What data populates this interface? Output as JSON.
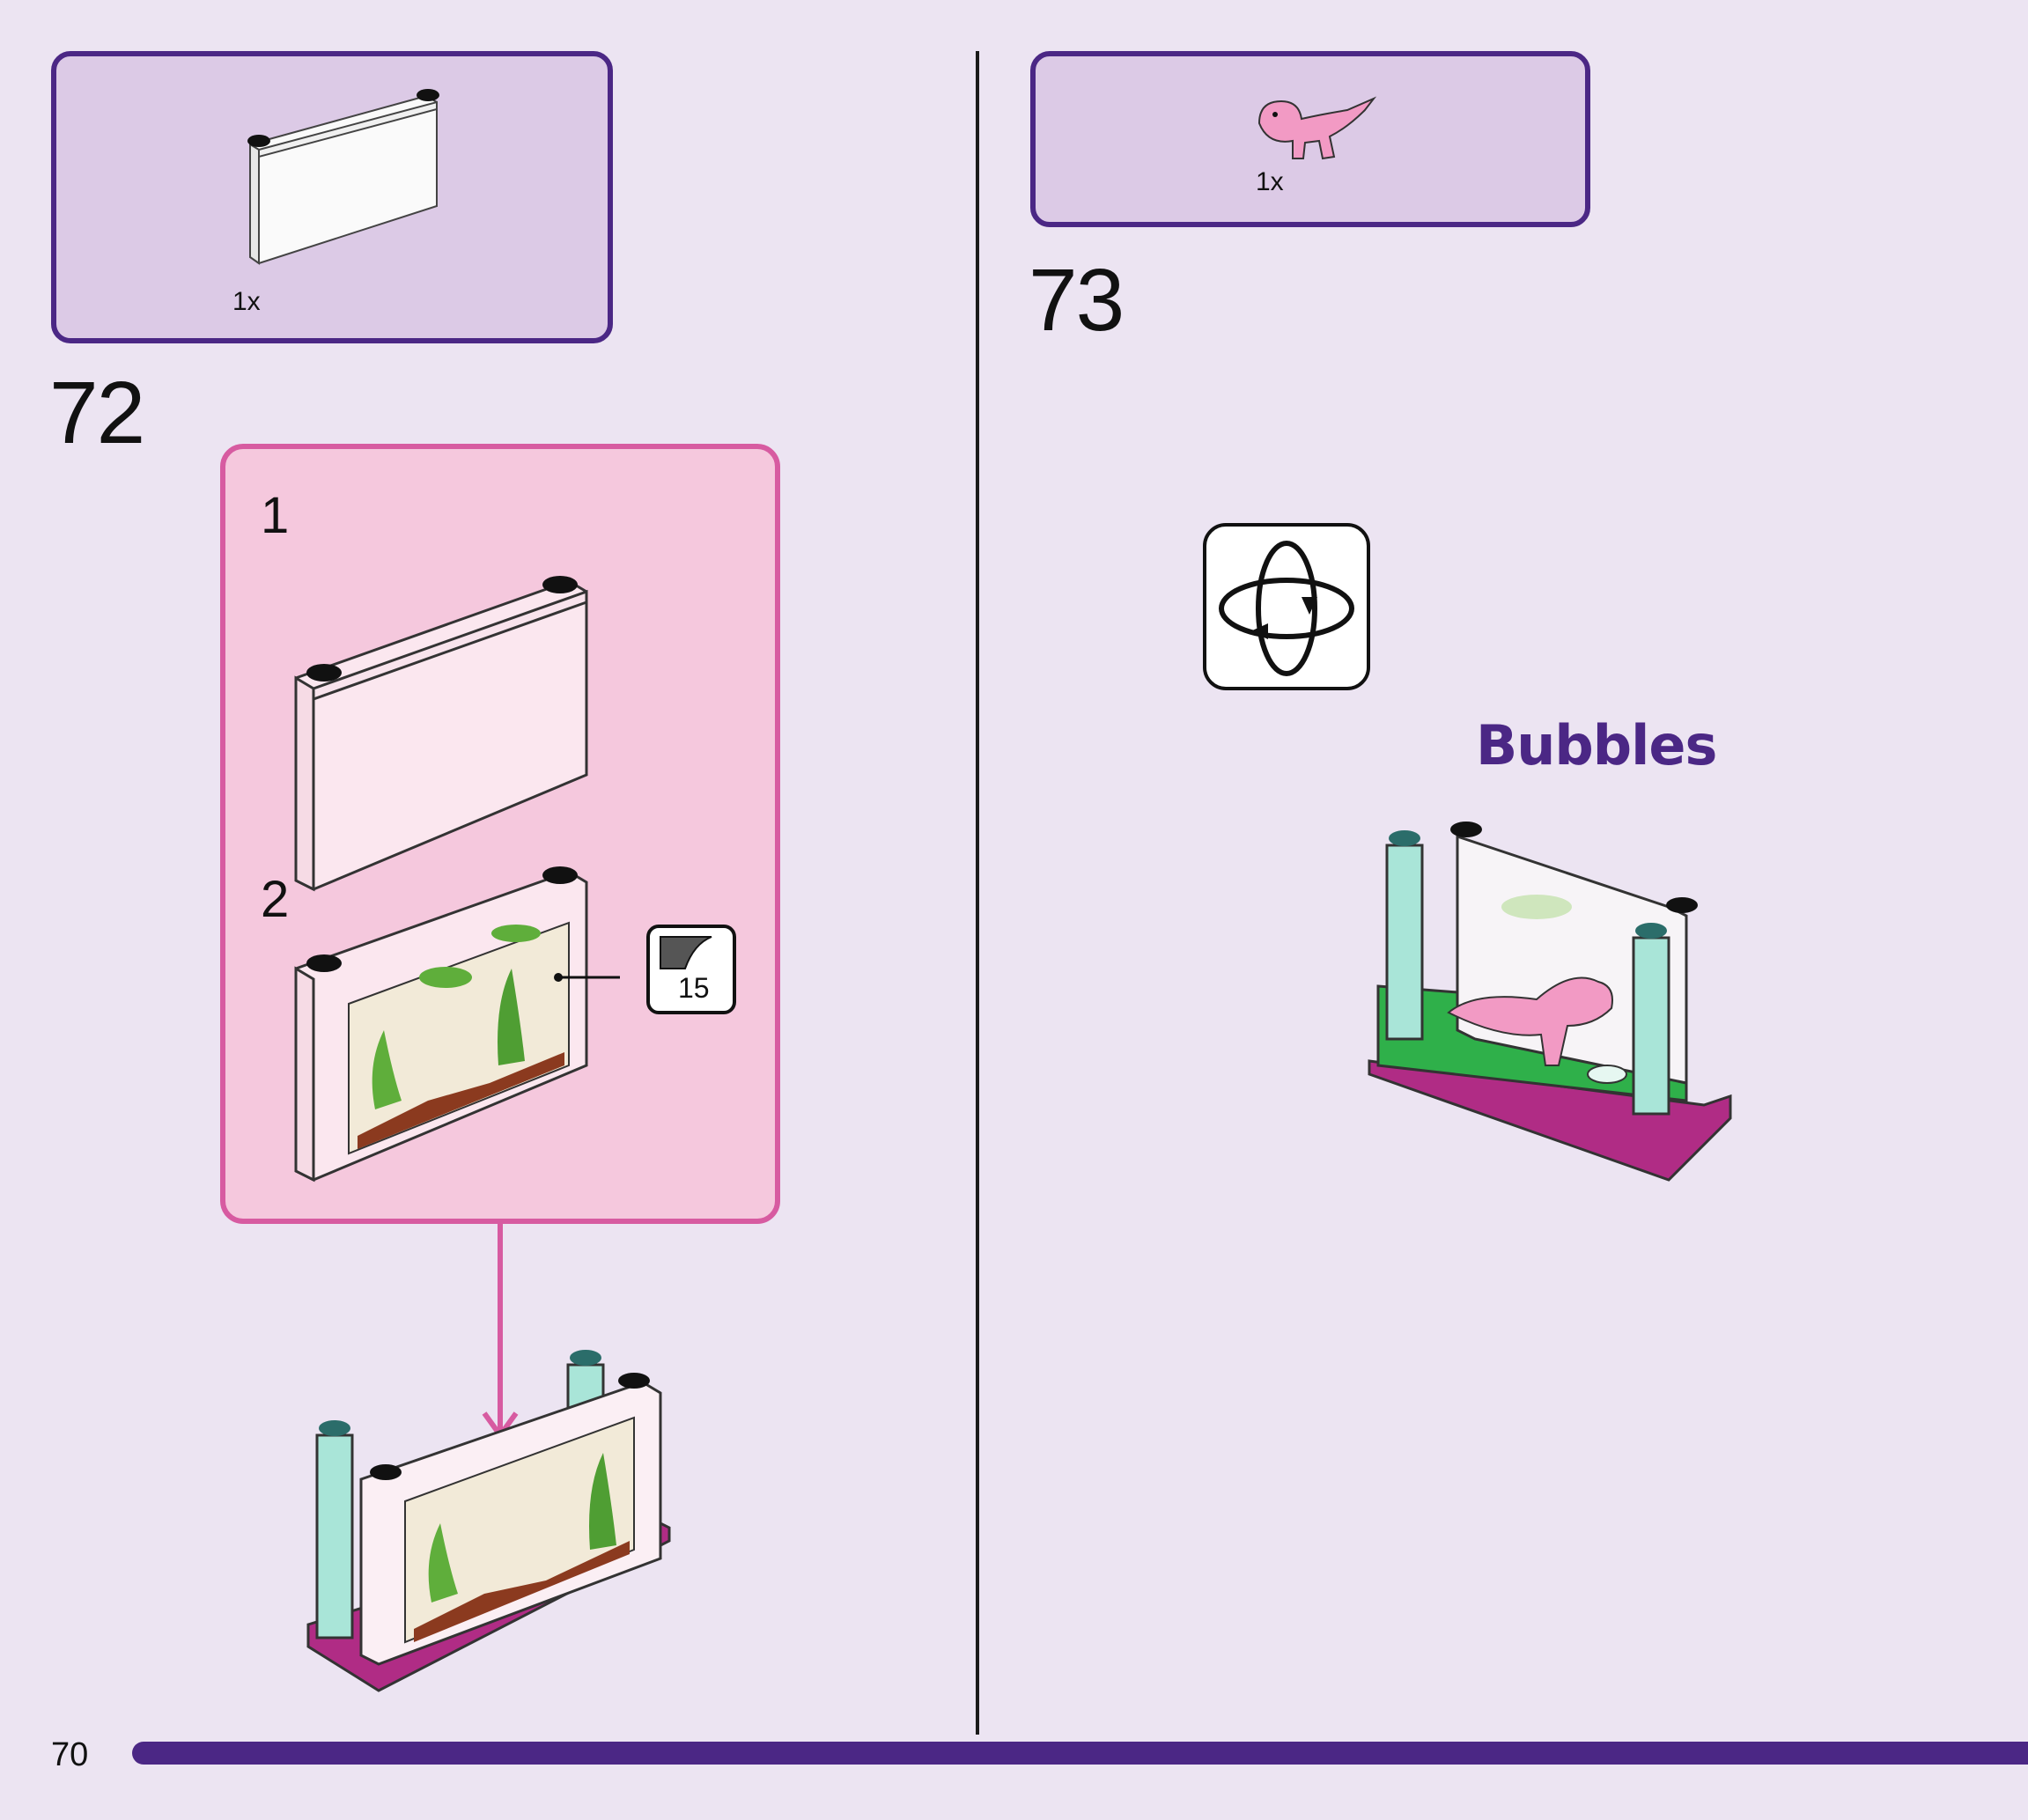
{
  "page": {
    "number": "70"
  },
  "step72": {
    "number": "72",
    "parts": [
      {
        "qty": "1x",
        "icon": "clear-panel-icon"
      }
    ],
    "substeps": [
      {
        "number": "1",
        "icon": "clear-panel-icon"
      },
      {
        "number": "2",
        "icon": "decorated-panel-icon",
        "sticker": "15"
      }
    ]
  },
  "step73": {
    "number": "73",
    "parts": [
      {
        "qty": "1x",
        "icon": "pink-dinosaur-figure-icon"
      }
    ],
    "rotate_icon": "rotate-model-icon",
    "label": "Bubbles"
  },
  "colors": {
    "accent_purple": "#4b2785",
    "sub_pink": "#d75ba1",
    "background": "#ece4f2"
  }
}
